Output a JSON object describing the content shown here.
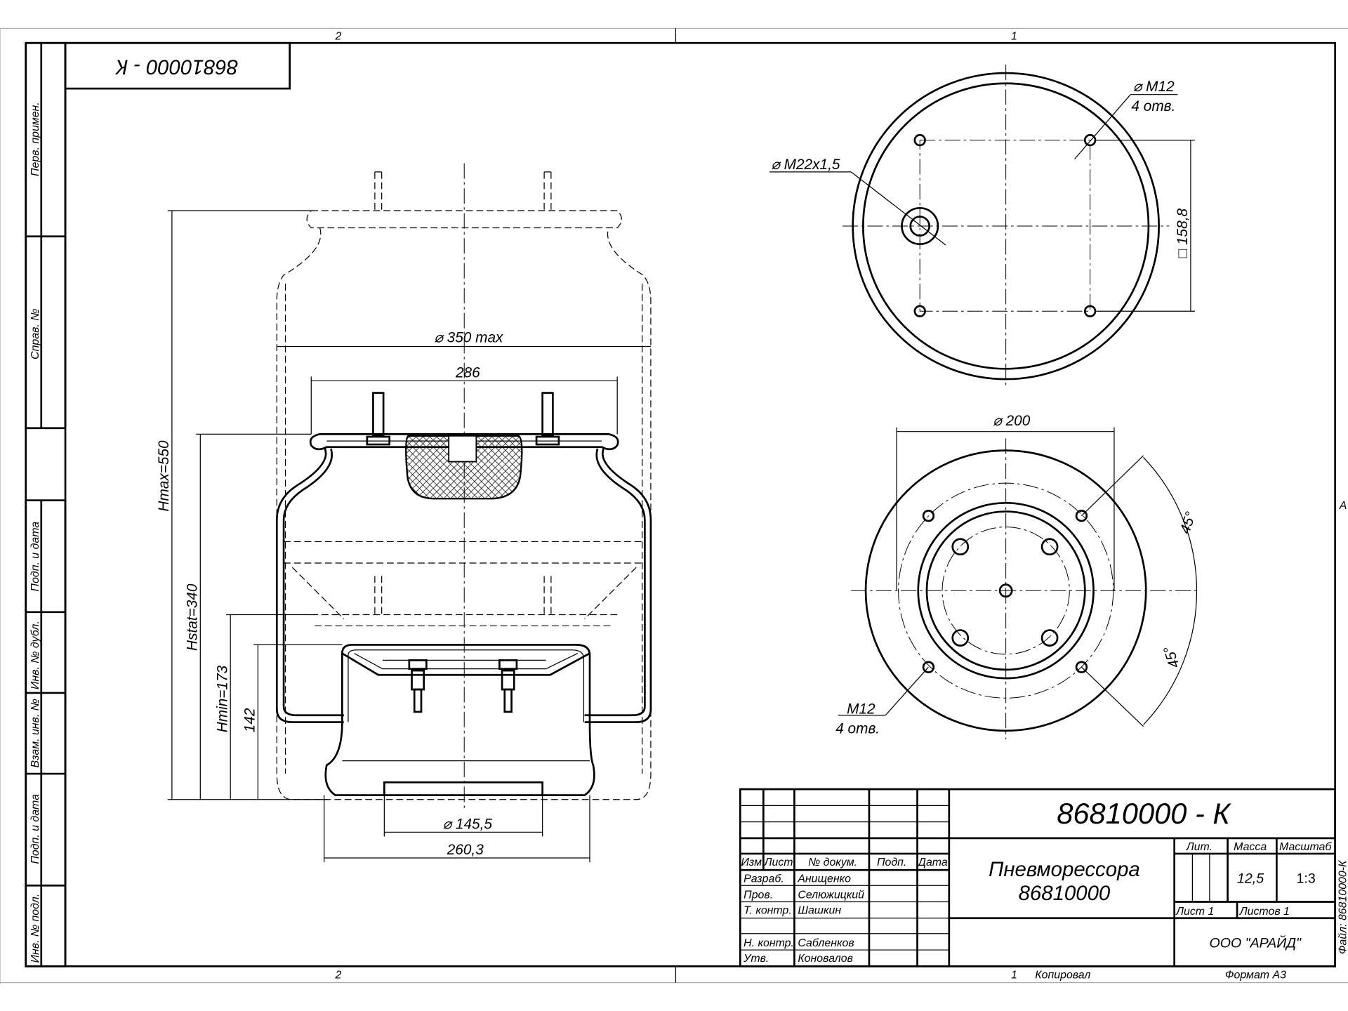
{
  "drawing": {
    "corner_code": "86810000 - К",
    "zone_top": [
      "2",
      "1"
    ],
    "zone_bottom": [
      "2",
      "1"
    ],
    "zone_side": "A",
    "side_labels": [
      "Перв. примен.",
      "Справ. №",
      "Подп. и дата",
      "Инв. № дубл.",
      "Взам. инв. №",
      "Подп. и дата",
      "Инв. № подл."
    ],
    "copied": "Копировал",
    "format": "Формат А3",
    "file": "Файл: 86810000-К"
  },
  "dimensions": {
    "hmax": "Hmax=550",
    "hstat": "Hstat=340",
    "hmin": "Hmin=173",
    "h142": "142",
    "d350": "⌀ 350 max",
    "w286": "286",
    "d145": "⌀ 145,5",
    "w260": "260,3",
    "m22": "⌀ M22x1,5",
    "m12_top": "⌀ M12",
    "holes_top": "4 отв.",
    "sq158": "□ 158,8",
    "d200": "⌀ 200",
    "angle1": "45°",
    "angle2": "45°",
    "m12_bottom": "M12",
    "holes_bottom": "4 отв."
  },
  "title_block": {
    "code": "86810000 - К",
    "name_line1": "Пневморессора",
    "name_line2": "86810000",
    "headers": [
      "Изм.",
      "Лист",
      "№ докум.",
      "Подп.",
      "Дата"
    ],
    "roles": [
      {
        "role": "Разраб.",
        "person": "Анищенко"
      },
      {
        "role": "Пров.",
        "person": "Селюжицкий"
      },
      {
        "role": "Т. контр.",
        "person": "Шашкин"
      },
      {
        "role": "",
        "person": ""
      },
      {
        "role": "Н. контр.",
        "person": "Сабленков"
      },
      {
        "role": "Утв.",
        "person": "Коновалов"
      }
    ],
    "lit_label": "Лит.",
    "mass_label": "Масса",
    "scale_label": "Масштаб",
    "mass": "12,5",
    "scale": "1:3",
    "sheet": "Лист 1",
    "sheets": "Листов 1",
    "company": "ООО \"АРАЙД\""
  }
}
